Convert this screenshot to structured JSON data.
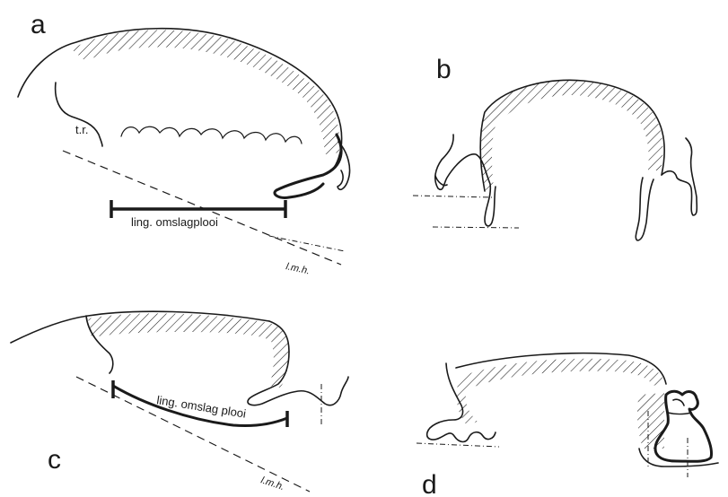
{
  "panels": {
    "a": {
      "letter": "a",
      "fold_label": "ling. omslagplooi",
      "tr_label": "t.r.",
      "lmh_label": "l.m.h."
    },
    "b": {
      "letter": "b"
    },
    "c": {
      "letter": "c",
      "fold_label": "ling. omslag plooi",
      "lmh_label": "l.m.h."
    },
    "d": {
      "letter": "d"
    }
  },
  "colors": {
    "ink": "#1a1a1a",
    "paper": "#ffffff"
  }
}
